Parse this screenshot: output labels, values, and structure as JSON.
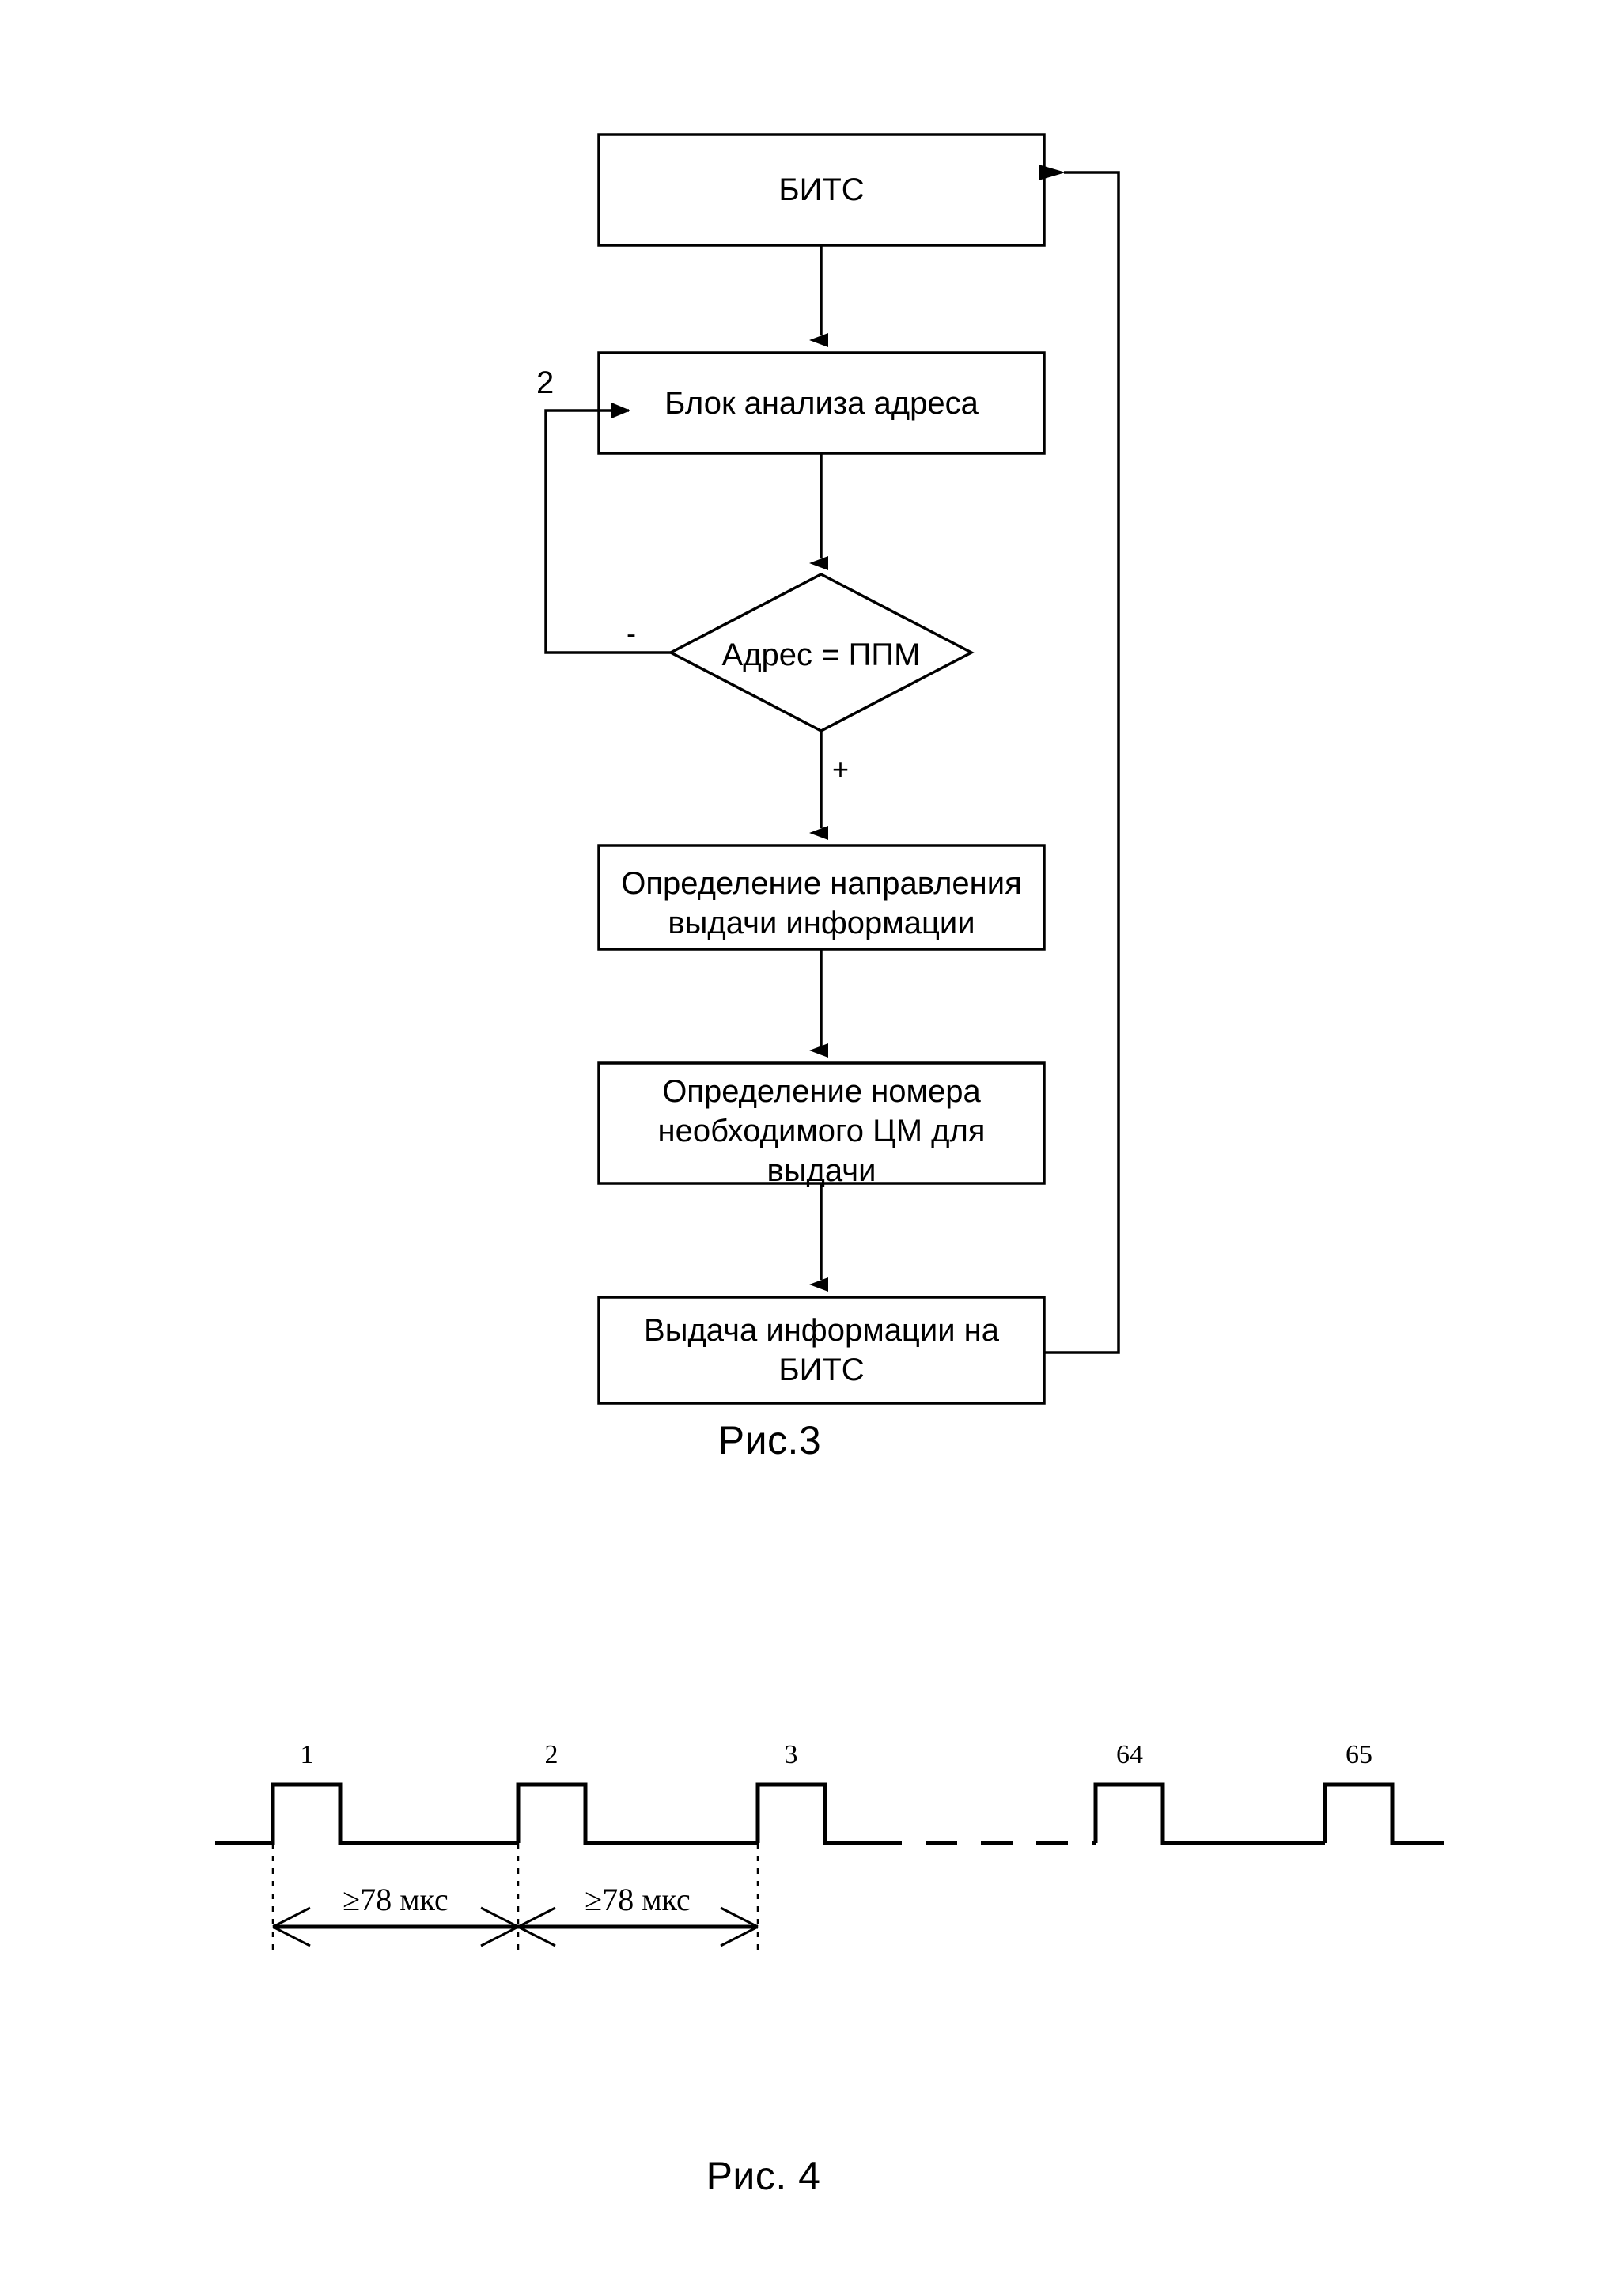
{
  "figures": [
    {
      "id": "fig3",
      "caption": "Рис.3",
      "type": "flowchart",
      "nodes": [
        {
          "id": "bits-top",
          "shape": "rect",
          "label": "БИТС"
        },
        {
          "id": "addr-block",
          "shape": "rect",
          "label": "Блок анализа адреса"
        },
        {
          "id": "decision",
          "shape": "diamond",
          "label": "Адрес = ППМ"
        },
        {
          "id": "direction",
          "shape": "rect",
          "label": "Определение направления\nвыдачи информации"
        },
        {
          "id": "cm-number",
          "shape": "rect",
          "label": "Определение номера\nнеобходимого ЦМ для\nвыдачи"
        },
        {
          "id": "bits-output",
          "shape": "rect",
          "label": "Выдача информации на\nБИТС"
        }
      ],
      "branch_labels": {
        "negative": "-",
        "positive": "+"
      },
      "loop_tag": "2"
    },
    {
      "id": "fig4",
      "caption": "Рис. 4",
      "type": "timing-diagram",
      "pulse_labels": [
        "1",
        "2",
        "3",
        "64",
        "65"
      ],
      "interval_labels": [
        "≥78 мкс",
        "≥78 мкс"
      ]
    }
  ]
}
